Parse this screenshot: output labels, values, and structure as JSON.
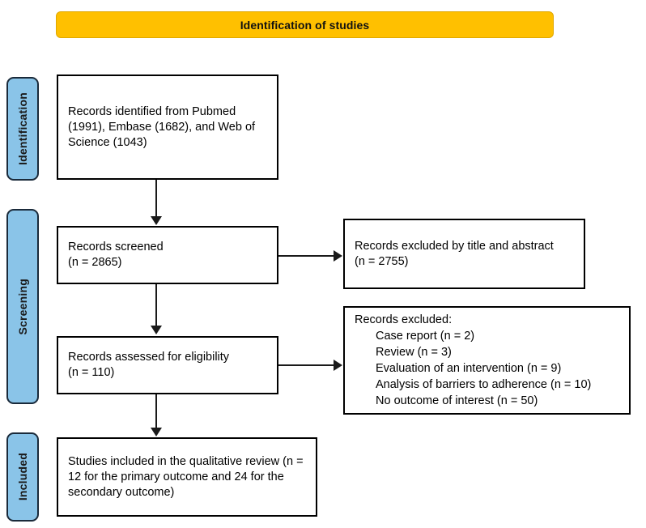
{
  "header": {
    "title": "Identification of studies"
  },
  "stages": [
    {
      "id": "identification",
      "label": "Identification"
    },
    {
      "id": "screening",
      "label": "Screening"
    },
    {
      "id": "included",
      "label": "Included"
    }
  ],
  "boxes": {
    "identified": {
      "text": "Records identified from Pubmed (1991), Embase (1682), and Web of Science (1043)"
    },
    "screened": {
      "text": "Records screened\n(n = 2865)"
    },
    "excluded_title_abstract": {
      "text": "Records excluded by title and abstract\n(n = 2755)"
    },
    "eligibility": {
      "text": "Records assessed for eligibility\n(n = 110)"
    },
    "excluded_reasons": {
      "heading": "Records excluded:",
      "items": [
        "Case report (n = 2)",
        "Review (n = 3)",
        "Evaluation of an intervention (n = 9)",
        "Analysis of barriers to adherence (n = 10)",
        "No outcome of interest (n = 50)"
      ]
    },
    "included": {
      "text": "Studies included in the qualitative review (n = 12 for the primary outcome and 24 for the secondary outcome)"
    }
  },
  "colors": {
    "header_banner": "#FFC000",
    "stage_bar": "#8AC4E8",
    "box_border": "#000000",
    "connector": "#1a1a1a"
  }
}
